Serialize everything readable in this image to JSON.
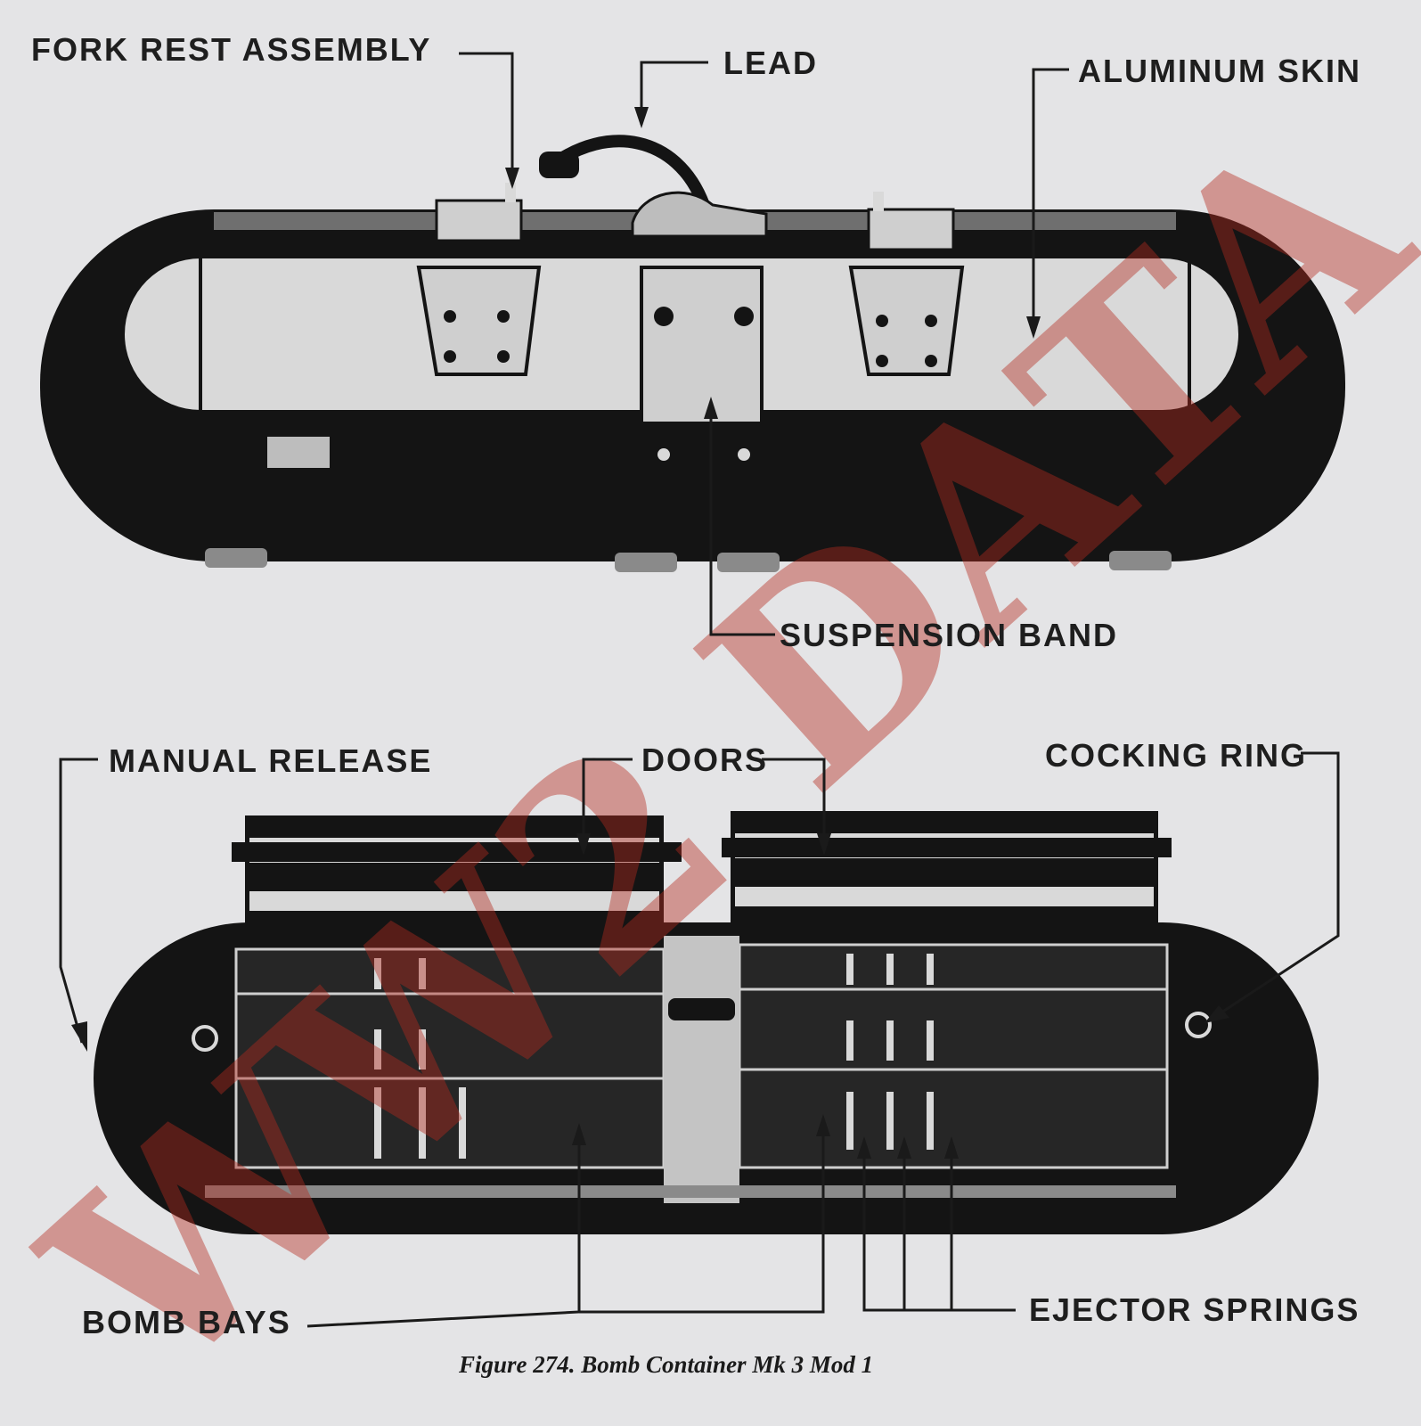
{
  "labels": {
    "fork_rest_assembly": "FORK REST ASSEMBLY",
    "lead": "LEAD",
    "aluminum_skin": "ALUMINUM SKIN",
    "suspension_band": "SUSPENSION BAND",
    "manual_release": "MANUAL RELEASE",
    "doors": "DOORS",
    "cocking_ring": "COCKING RING",
    "bomb_bays": "BOMB BAYS",
    "ejector_springs": "EJECTOR SPRINGS"
  },
  "caption": "Figure 274.   Bomb Container Mk 3 Mod 1",
  "watermark": "WW2 DATA",
  "colors": {
    "paper": "#e4e4e6",
    "ink": "#141414",
    "watermark": "#b52a1e"
  }
}
